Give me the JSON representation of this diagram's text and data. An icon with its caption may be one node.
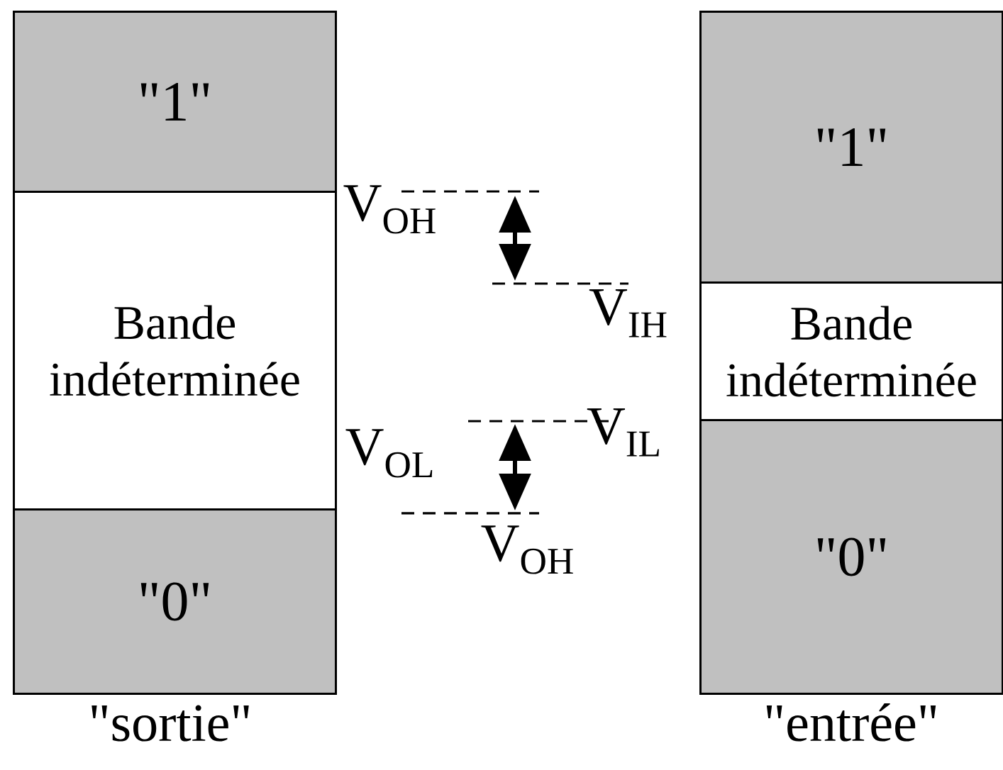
{
  "diagram": {
    "nodes": [
      {
        "text": [
          "\"1\""
        ]
      },
      {
        "text": [
          "Bande indéterminée"
        ]
      },
      {
        "text": [
          "\"0\""
        ]
      },
      {
        "text": [
          "\"1\""
        ]
      },
      {
        "text": [
          "Bande indéterminée"
        ]
      },
      {
        "text": [
          "\"0\""
        ]
      }
    ],
    "labels": [
      "V$_{OH}$",
      "V$_{IH}$",
      "V$_{IL}$",
      "V$_{OL}$",
      "V$_{OH}$",
      "\"sortie\"",
      "\"entrée\""
    ]
  }
}
